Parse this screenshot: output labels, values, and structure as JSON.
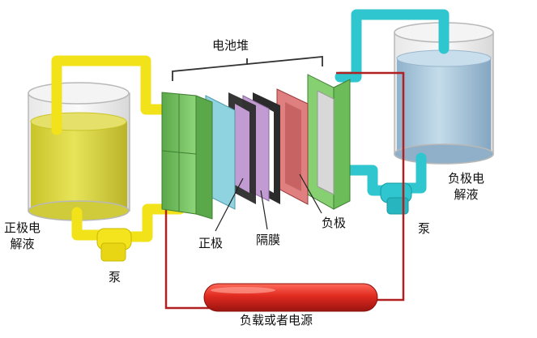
{
  "labels": {
    "stack": "电池堆",
    "positive_electrolyte_line1": "正极电",
    "positive_electrolyte_line2": "解液",
    "negative_electrolyte_line1": "负极电",
    "negative_electrolyte_line2": "解液",
    "pump_left": "泵",
    "pump_right": "泵",
    "positive_electrode": "正极",
    "membrane": "隔膜",
    "negative_electrode": "负极",
    "load_or_source": "负载或者电源"
  },
  "colors": {
    "positive_pipe": "#f2e21a",
    "positive_liquid": "#d9d63a",
    "negative_pipe": "#2fc6cf",
    "negative_liquid": "#a8c8de",
    "end_plate": "#7cc86a",
    "electrode": "#8fd3e0",
    "membrane": "#c39bd3",
    "gasket": "#2b2b2b",
    "neg_plate": "#e07f7f",
    "circuit_wire": "#b02020",
    "load": "#e02a20"
  }
}
